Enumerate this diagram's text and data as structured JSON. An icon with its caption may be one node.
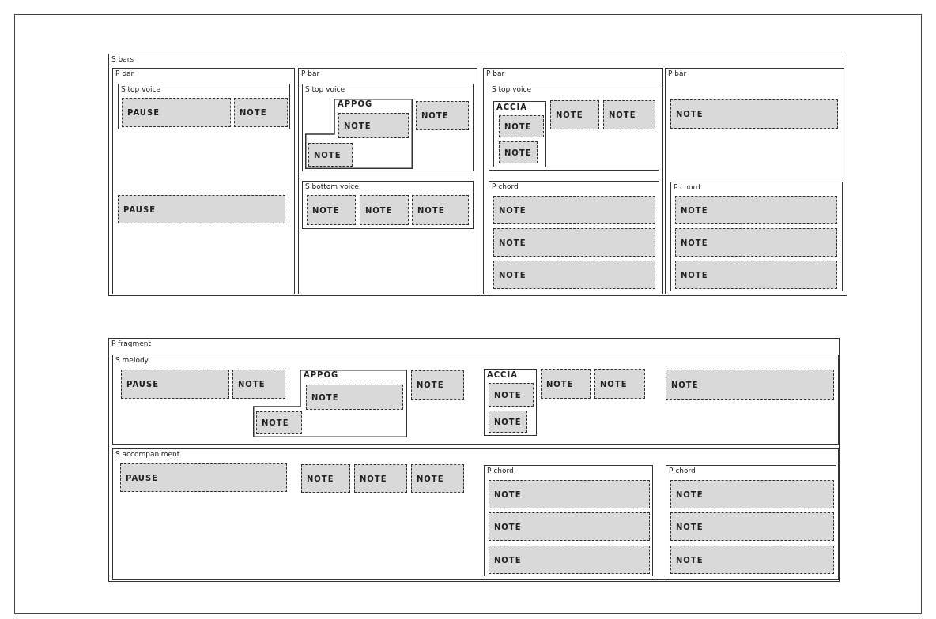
{
  "diagram": {
    "nodes": [
      {
        "text": [
          "S bars"
        ]
      },
      {
        "text": [
          "P bar"
        ],
        "in": 0
      },
      {
        "text": [
          "S top voice"
        ],
        "in": 1
      },
      {
        "text": [
          "PAUSE"
        ],
        "in": 2
      },
      {
        "text": [
          "NOTE"
        ],
        "in": 2
      },
      {
        "text": [
          "PAUSE"
        ],
        "in": 1
      },
      {
        "text": [
          "P bar"
        ],
        "in": 0
      },
      {
        "text": [
          "S top voice"
        ],
        "in": 6
      },
      {
        "text": [
          "APPOG"
        ],
        "in": 7
      },
      {
        "text": [
          "NOTE"
        ],
        "in": 8
      },
      {
        "text": [
          "NOTE"
        ],
        "in": 8
      },
      {
        "text": [
          "NOTE"
        ],
        "in": 7
      },
      {
        "text": [
          "S bottom voice"
        ],
        "in": 6
      },
      {
        "text": [
          "NOTE"
        ],
        "in": 12
      },
      {
        "text": [
          "NOTE"
        ],
        "in": 12
      },
      {
        "text": [
          "NOTE"
        ],
        "in": 12
      },
      {
        "text": [
          "P bar"
        ],
        "in": 0
      },
      {
        "text": [
          "S top voice"
        ],
        "in": 16
      },
      {
        "text": [
          "ACCIA"
        ],
        "in": 17
      },
      {
        "text": [
          "NOTE"
        ],
        "in": 18
      },
      {
        "text": [
          "NOTE"
        ],
        "in": 18
      },
      {
        "text": [
          "NOTE"
        ],
        "in": 17
      },
      {
        "text": [
          "NOTE"
        ],
        "in": 17
      },
      {
        "text": [
          "P chord"
        ],
        "in": 16
      },
      {
        "text": [
          "NOTE"
        ],
        "in": 23
      },
      {
        "text": [
          "NOTE"
        ],
        "in": 23
      },
      {
        "text": [
          "NOTE"
        ],
        "in": 23
      },
      {
        "text": [
          "P bar"
        ],
        "in": 0
      },
      {
        "text": [
          "NOTE"
        ],
        "in": 27
      },
      {
        "text": [
          "P chord"
        ],
        "in": 27
      },
      {
        "text": [
          "NOTE"
        ],
        "in": 29
      },
      {
        "text": [
          "NOTE"
        ],
        "in": 29
      },
      {
        "text": [
          "NOTE"
        ],
        "in": 29
      },
      {
        "text": [
          "P fragment"
        ]
      },
      {
        "text": [
          "S melody"
        ],
        "in": 33
      },
      {
        "text": [
          "PAUSE"
        ],
        "in": 34
      },
      {
        "text": [
          "NOTE"
        ],
        "in": 34
      },
      {
        "text": [
          "APPOG"
        ],
        "in": 34
      },
      {
        "text": [
          "NOTE"
        ],
        "in": 37
      },
      {
        "text": [
          "NOTE"
        ],
        "in": 37
      },
      {
        "text": [
          "NOTE"
        ],
        "in": 34
      },
      {
        "text": [
          "ACCIA"
        ],
        "in": 34
      },
      {
        "text": [
          "NOTE"
        ],
        "in": 41
      },
      {
        "text": [
          "NOTE"
        ],
        "in": 41
      },
      {
        "text": [
          "NOTE"
        ],
        "in": 34
      },
      {
        "text": [
          "NOTE"
        ],
        "in": 34
      },
      {
        "text": [
          "NOTE"
        ],
        "in": 34
      },
      {
        "text": [
          "S accompaniment"
        ],
        "in": 33
      },
      {
        "text": [
          "PAUSE"
        ],
        "in": 47
      },
      {
        "text": [
          "NOTE"
        ],
        "in": 47
      },
      {
        "text": [
          "NOTE"
        ],
        "in": 47
      },
      {
        "text": [
          "NOTE"
        ],
        "in": 47
      },
      {
        "text": [
          "P chord"
        ],
        "in": 47
      },
      {
        "text": [
          "NOTE"
        ],
        "in": 52
      },
      {
        "text": [
          "NOTE"
        ],
        "in": 52
      },
      {
        "text": [
          "NOTE"
        ],
        "in": 52
      },
      {
        "text": [
          "P chord"
        ],
        "in": 47
      },
      {
        "text": [
          "NOTE"
        ],
        "in": 56
      },
      {
        "text": [
          "NOTE"
        ],
        "in": 56
      },
      {
        "text": [
          "NOTE"
        ],
        "in": 56
      }
    ],
    "edges": []
  }
}
